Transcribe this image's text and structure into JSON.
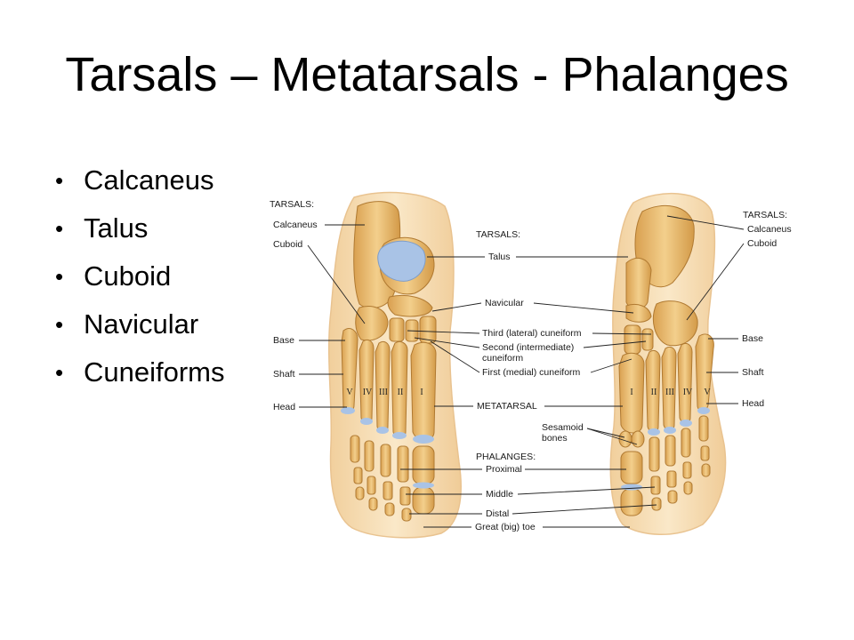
{
  "slide": {
    "title": "Tarsals – Metatarsals - Phalanges"
  },
  "bullets": [
    {
      "text": "Calcaneus"
    },
    {
      "text": "Talus"
    },
    {
      "text": "Cuboid"
    },
    {
      "text": "Navicular"
    },
    {
      "text": "Cuneiforms"
    }
  ],
  "diagram": {
    "left_labels": {
      "tarsals_heading": "TARSALS:",
      "calcaneus": "Calcaneus",
      "cuboid": "Cuboid",
      "base": "Base",
      "shaft": "Shaft",
      "head": "Head"
    },
    "center_labels": {
      "tarsals_heading": "TARSALS:",
      "talus": "Talus",
      "navicular": "Navicular",
      "third_cuneiform": "Third (lateral) cuneiform",
      "second_cuneiform_1": "Second (intermediate)",
      "second_cuneiform_2": "cuneiform",
      "first_cuneiform": "First (medial) cuneiform",
      "metatarsal": "METATARSAL",
      "sesamoid_1": "Sesamoid",
      "sesamoid_2": "bones",
      "phalanges_heading": "PHALANGES:",
      "proximal": "Proximal",
      "middle": "Middle",
      "distal": "Distal",
      "great_toe": "Great (big) toe"
    },
    "right_labels": {
      "tarsals_heading": "TARSALS:",
      "calcaneus": "Calcaneus",
      "cuboid": "Cuboid",
      "base": "Base",
      "shaft": "Shaft",
      "head": "Head"
    },
    "left_numerals": [
      "V",
      "IV",
      "III",
      "II",
      "I"
    ],
    "right_numerals": [
      "I",
      "II",
      "III",
      "IV",
      "V"
    ],
    "colors": {
      "bone": "#e9b86a",
      "bone_dark": "#c98a36",
      "skin": "#f6dcb2",
      "cartilage": "#a9c3e6"
    }
  }
}
